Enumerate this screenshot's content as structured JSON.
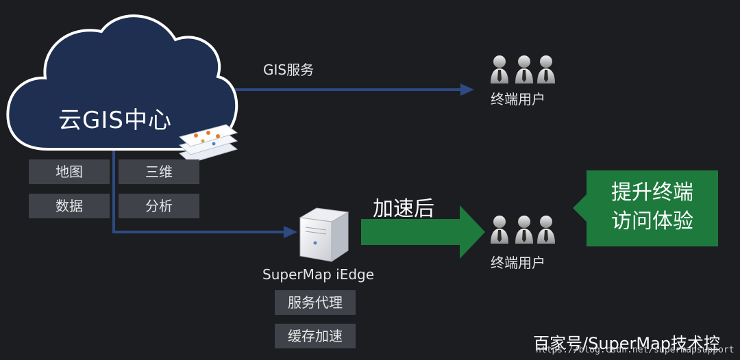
{
  "cloud": {
    "title": "云GIS中心"
  },
  "cloud_tags": [
    "地图",
    "三维",
    "数据",
    "分析"
  ],
  "gis_service_label": "GIS服务",
  "end_users_top": "终端用户",
  "end_users_bottom": "终端用户",
  "edge": {
    "name": "SuperMap iEdge",
    "features": [
      "服务代理",
      "缓存加速"
    ]
  },
  "accelerated_label": "加速后",
  "callout": {
    "line1": "提升终端",
    "line2": "访问体验"
  },
  "watermark": {
    "main": "百家号/SuperMap技术控",
    "url": "https://blog.csdn.net/supermapsupport"
  },
  "colors": {
    "background": "#1c1d21",
    "cloud_fill": "#1f2f52",
    "cloud_stroke": "#ffffff",
    "connector": "#2e4a82",
    "accent_green": "#1e7a3c",
    "tag_bg": "#3f4248"
  }
}
